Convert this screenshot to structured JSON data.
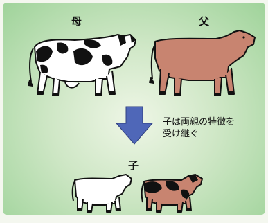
{
  "labels": {
    "mother": "母",
    "father": "父",
    "child": "子"
  },
  "caption": "子は両親の特徴を\n受け継ぐ",
  "colors": {
    "panel_edge": "#9fd39a",
    "arrow": "#4f67b8",
    "brown_cow": "#c88470",
    "black": "#111111",
    "white": "#ffffff"
  }
}
